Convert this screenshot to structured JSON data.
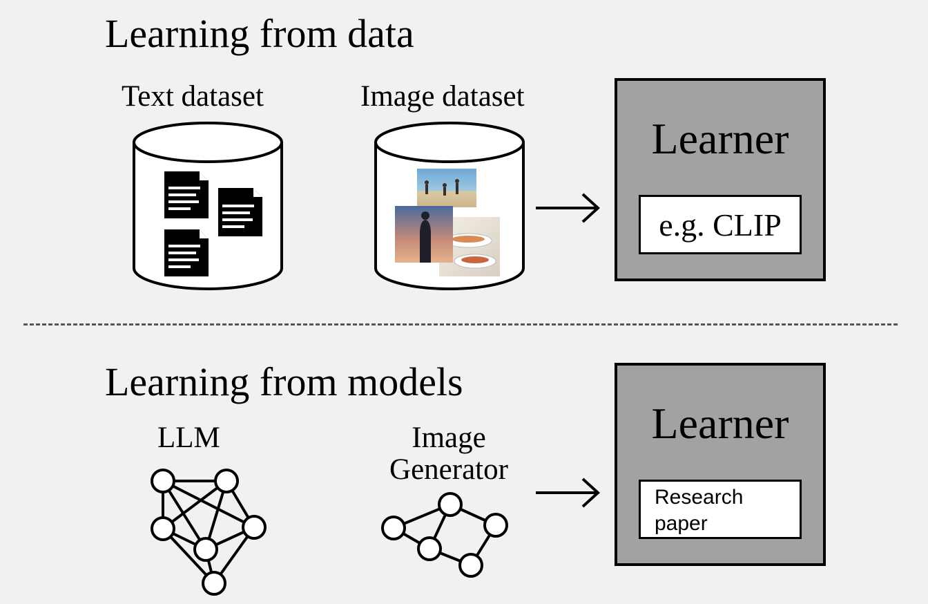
{
  "top": {
    "title": "Learning from data",
    "sources": [
      {
        "label": "Text dataset",
        "icon": "text-document-icon"
      },
      {
        "label": "Image dataset",
        "icon": "photo-collage-icon"
      }
    ],
    "learner": {
      "title": "Learner",
      "example": "e.g. CLIP"
    }
  },
  "bottom": {
    "title": "Learning from models",
    "sources": [
      {
        "label": "LLM",
        "icon": "neural-network-icon"
      },
      {
        "label_line1": "Image",
        "label_line2": "Generator",
        "icon": "neural-network-icon"
      }
    ],
    "learner": {
      "title": "Learner",
      "example_line1": "Research",
      "example_line2": "paper"
    }
  },
  "colors": {
    "learner_fill": "#a2a2a2",
    "background": "#f1f1f1"
  }
}
